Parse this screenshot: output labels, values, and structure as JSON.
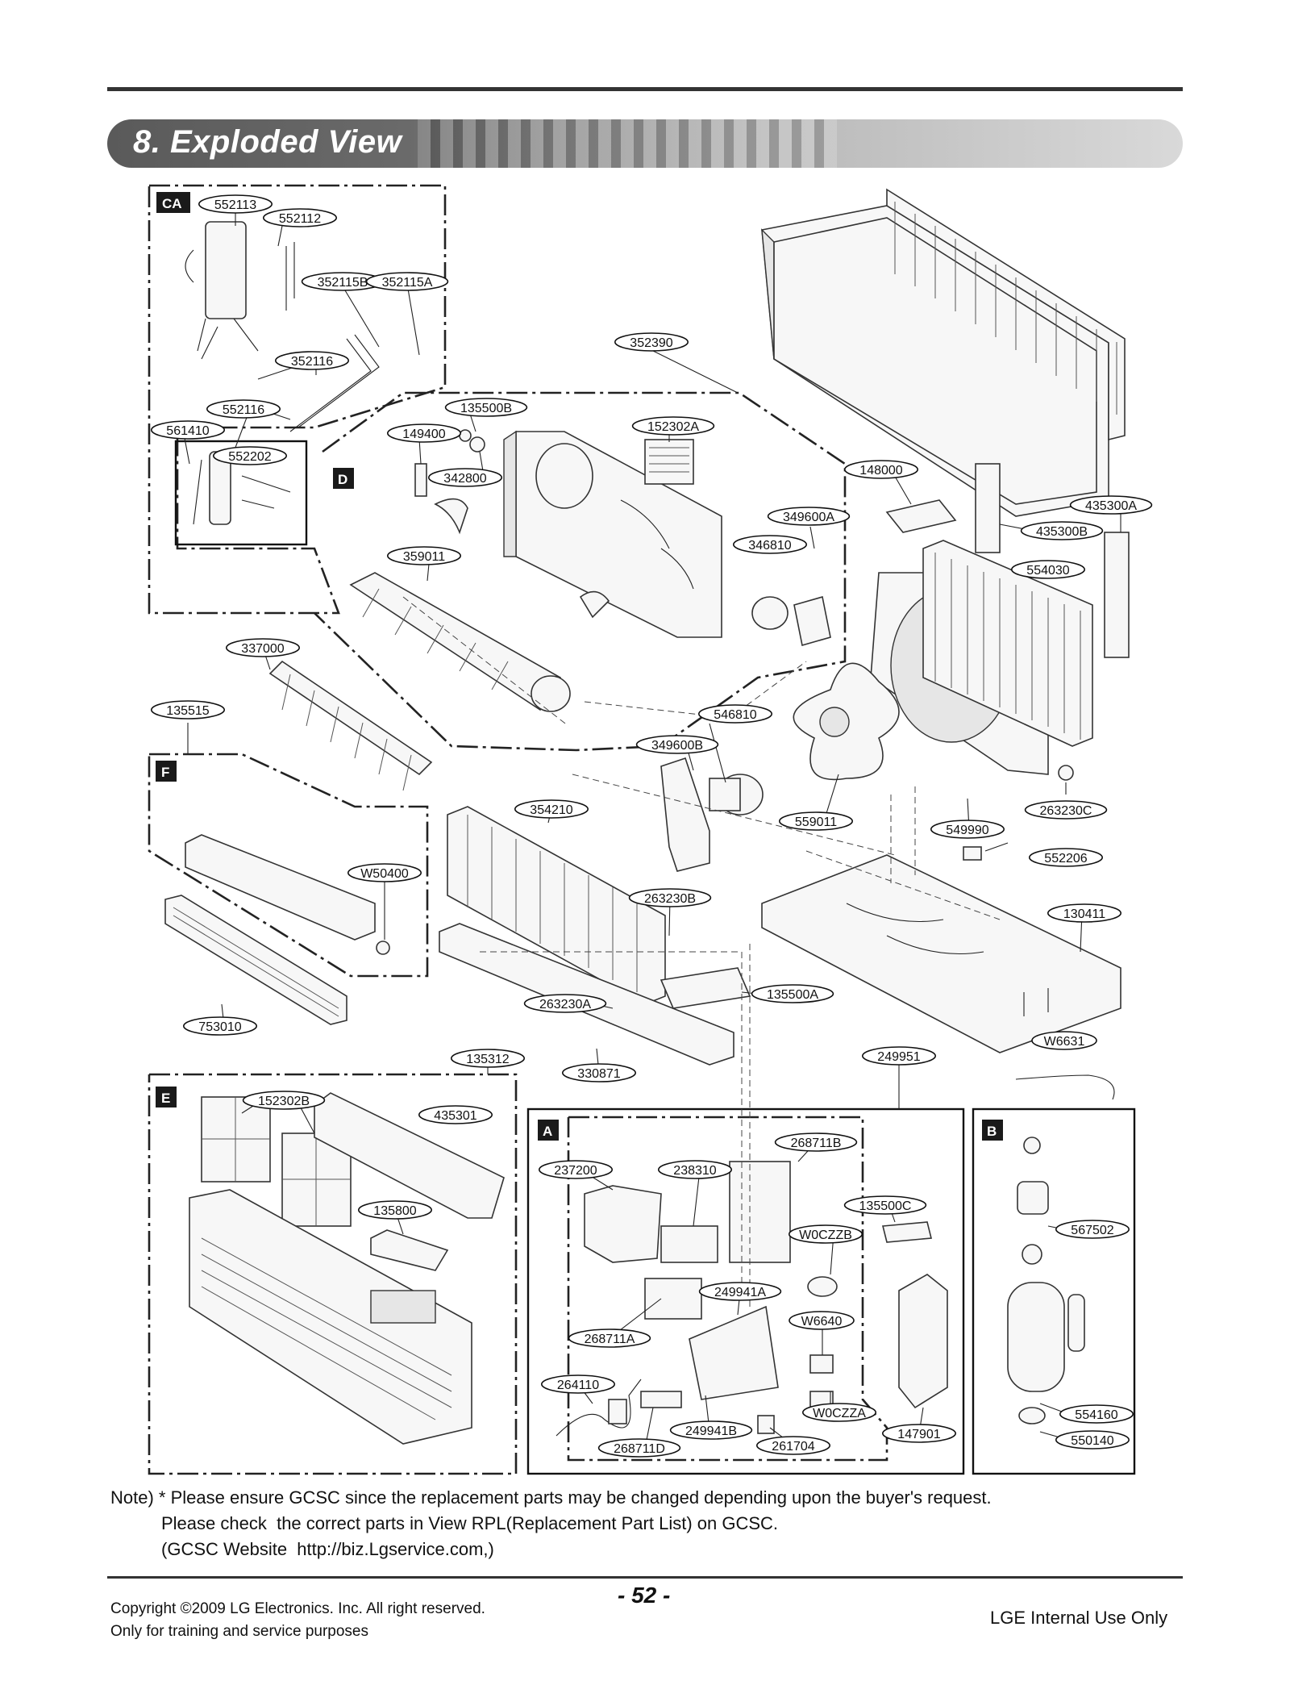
{
  "header": {
    "title": "8. Exploded View"
  },
  "sections": [
    {
      "id": "CA",
      "label": "CA"
    },
    {
      "id": "D",
      "label": "D"
    },
    {
      "id": "F",
      "label": "F"
    },
    {
      "id": "E",
      "label": "E"
    },
    {
      "id": "A",
      "label": "A"
    },
    {
      "id": "B",
      "label": "B"
    }
  ],
  "part_callouts": [
    "552113",
    "552112",
    "352115B",
    "352115A",
    "352116",
    "552116",
    "561410",
    "552202",
    "352390",
    "135500B",
    "149400",
    "342800",
    "152302A",
    "148000",
    "435300A",
    "435300B",
    "349600A",
    "346810",
    "359011",
    "554030",
    "337000",
    "135515",
    "546810",
    "349600B",
    "559011",
    "263230C",
    "549990",
    "552206",
    "354210",
    "W50400",
    "263230B",
    "130411",
    "135500A",
    "263230A",
    "753010",
    "135312",
    "330871",
    "249951",
    "W6631",
    "152302B",
    "435301",
    "268711B",
    "237200",
    "238310",
    "135500C",
    "135800",
    "W0CZZB",
    "249941A",
    "567502",
    "W6640",
    "268711A",
    "264110",
    "W0CZZA",
    "554160",
    "249941B",
    "147901",
    "550140",
    "268711D",
    "261704"
  ],
  "note": {
    "line1": "Note) * Please ensure GCSC since the replacement parts may be changed depending upon the buyer's request.",
    "line2": "Please check  the correct parts in View RPL(Replacement Part List) on GCSC.",
    "line3": "(GCSC Website  http://biz.Lgservice.com,)"
  },
  "footer": {
    "copyright": "Copyright ©2009 LG Electronics. Inc. All right reserved.",
    "training": "Only for training and service purposes",
    "page_number": "- 52 -",
    "internal": "LGE Internal Use Only"
  }
}
